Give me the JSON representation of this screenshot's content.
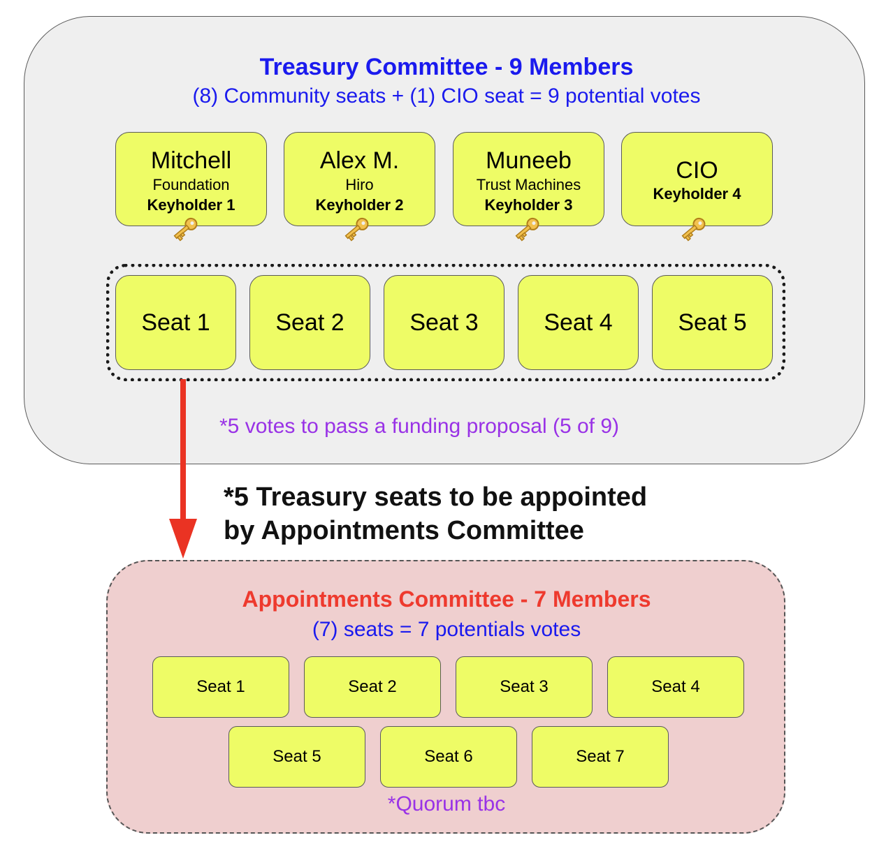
{
  "treasury": {
    "title": "Treasury Committee - 9 Members",
    "subtitle": "(8) Community seats + (1) CIO seat = 9 potential votes",
    "keyholders": [
      {
        "name": "Mitchell",
        "org": "Foundation",
        "role": "Keyholder 1"
      },
      {
        "name": "Alex M.",
        "org": "Hiro",
        "role": "Keyholder 2"
      },
      {
        "name": "Muneeb",
        "org": "Trust Machines",
        "role": "Keyholder 3"
      },
      {
        "name": "CIO",
        "org": "",
        "role": "Keyholder 4"
      }
    ],
    "seats": [
      "Seat 1",
      "Seat 2",
      "Seat 3",
      "Seat 4",
      "Seat 5"
    ],
    "votes_note": "*5 votes to pass a funding proposal (5 of 9)"
  },
  "appoint_note": {
    "line1": "*5 Treasury seats to be appointed",
    "line2": "by Appointments Committee"
  },
  "appointments": {
    "title": "Appointments Committee - 7 Members",
    "subtitle": "(7) seats = 7 potentials votes",
    "seats": [
      "Seat 1",
      "Seat 2",
      "Seat 3",
      "Seat 4",
      "Seat 5",
      "Seat 6",
      "Seat 7"
    ],
    "quorum_note": "*Quorum tbc"
  },
  "colors": {
    "card_fill": "#eefc66",
    "treasury_bg": "#efefef",
    "appointments_bg": "#efcfcf",
    "title_blue": "#1a1aee",
    "title_red": "#ee3a2e",
    "note_purple": "#9932e6",
    "arrow_red": "#ea3323",
    "key_gold": "#f2c14e"
  },
  "icons": {
    "keyholder_marker": "key-icon",
    "flow_arrow": "down-arrow"
  }
}
